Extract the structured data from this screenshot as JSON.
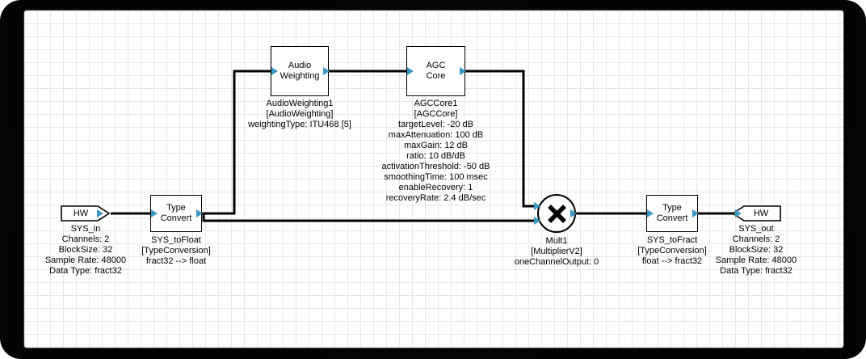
{
  "colors": {
    "wire": "#000000",
    "pin": "#3a98c5",
    "block_fill": "#ffffff",
    "block_border": "#000000",
    "grid": "#e7e7e7"
  },
  "blocks": {
    "hw_in": {
      "title": "HW",
      "caption": [
        "SYS_in",
        "Channels: 2",
        "BlockSize: 32",
        "Sample Rate: 48000",
        "Data Type: fract32"
      ]
    },
    "type_convert_1": {
      "title_line1": "Type",
      "title_line2": "Convert",
      "caption": [
        "SYS_toFloat",
        "[TypeConversion]",
        "fract32 --> float"
      ]
    },
    "audio_weighting": {
      "title_line1": "Audio",
      "title_line2": "Weighting",
      "caption": [
        "AudioWeighting1",
        "[AudioWeighting]",
        "weightingType: ITU468 [5]"
      ]
    },
    "agc_core": {
      "title_line1": "AGC",
      "title_line2": "Core",
      "caption": [
        "AGCCore1",
        "[AGCCore]",
        "targetLevel: -20 dB",
        "maxAttenuation: 100 dB",
        "maxGain: 12 dB",
        "ratio: 10 dB/dB",
        "activationThreshold: -50 dB",
        "smoothingTime: 100 msec",
        "enableRecovery: 1",
        "recoveryRate: 2.4 dB/sec"
      ]
    },
    "mult": {
      "icon": "multiply-icon",
      "caption": [
        "Mult1",
        "[MultiplierV2]",
        "oneChannelOutput: 0"
      ]
    },
    "type_convert_2": {
      "title_line1": "Type",
      "title_line2": "Convert",
      "caption": [
        "SYS_toFract",
        "[TypeConversion]",
        "float --> fract32"
      ]
    },
    "hw_out": {
      "title": "HW",
      "caption": [
        "SYS_out",
        "Channels: 2",
        "BlockSize: 32",
        "Sample Rate: 48000",
        "Data Type: fract32"
      ]
    }
  },
  "connections": [
    {
      "from": "SYS_in",
      "to": "SYS_toFloat"
    },
    {
      "from": "SYS_toFloat",
      "to": "AudioWeighting1"
    },
    {
      "from": "SYS_toFloat",
      "to": "Mult1.in2"
    },
    {
      "from": "AudioWeighting1",
      "to": "AGCCore1"
    },
    {
      "from": "AGCCore1",
      "to": "Mult1.in1"
    },
    {
      "from": "Mult1",
      "to": "SYS_toFract"
    },
    {
      "from": "SYS_toFract",
      "to": "SYS_out"
    }
  ]
}
